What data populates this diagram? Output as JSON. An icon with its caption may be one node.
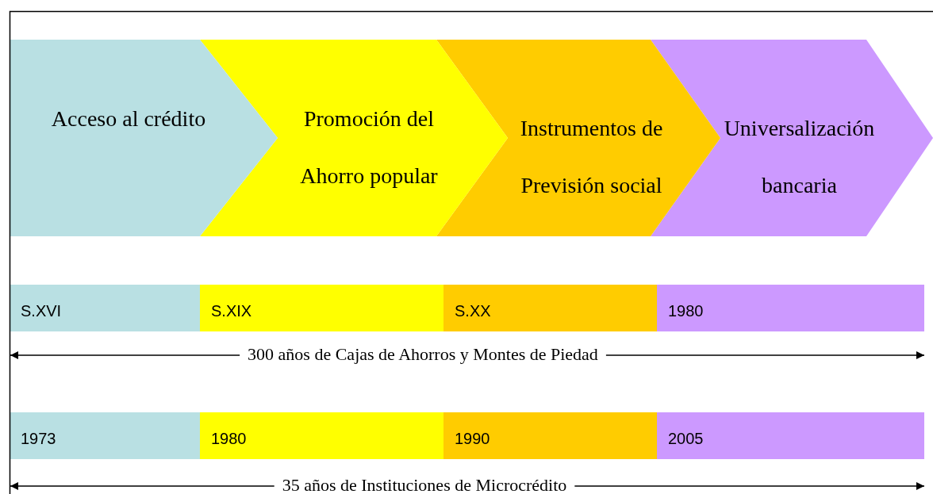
{
  "diagram": {
    "nodes": [
      {
        "text": [
          "Acceso al crédito"
        ]
      },
      {
        "text": [
          "Promoción del Ahorro popular"
        ]
      },
      {
        "text": [
          "Instrumentos de Previsión social"
        ]
      },
      {
        "text": [
          "Universalización bancaria"
        ]
      },
      {
        "text": [
          "S.XVI"
        ]
      },
      {
        "text": [
          "S.XIX"
        ]
      },
      {
        "text": [
          "S.XX"
        ]
      },
      {
        "text": [
          "1980"
        ]
      },
      {
        "text": [
          "1973"
        ]
      },
      {
        "text": [
          "1980"
        ]
      },
      {
        "text": [
          "1990"
        ]
      },
      {
        "text": [
          "2005"
        ]
      }
    ],
    "edges": [],
    "labels": [
      "300 años de Cajas de Ahorros y Montes de Piedad",
      "35 años de Instituciones de Microcrédito"
    ]
  }
}
